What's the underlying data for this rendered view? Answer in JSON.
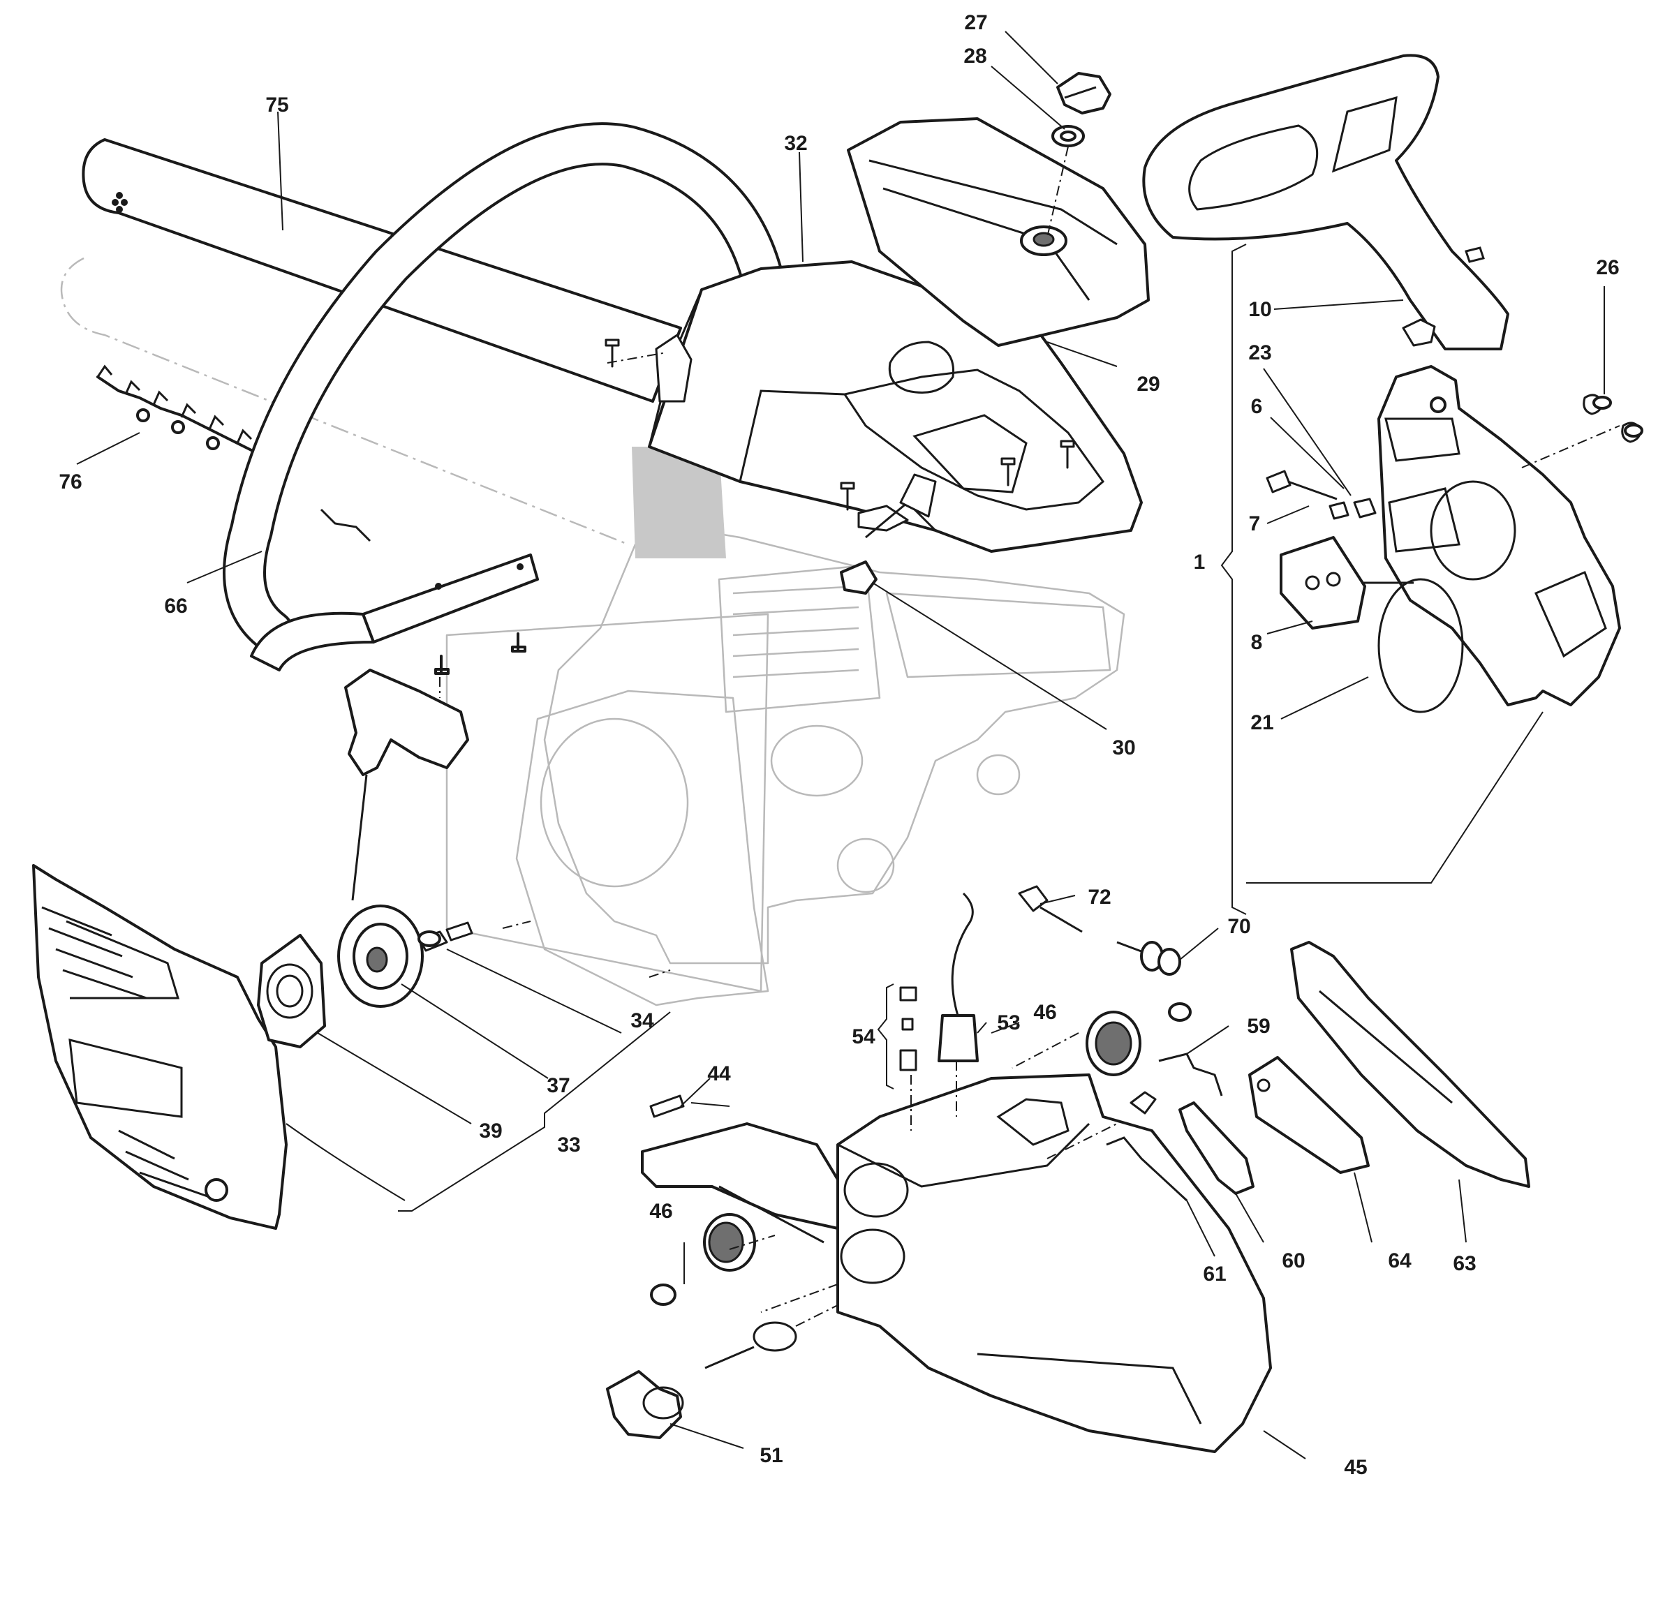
{
  "diagram": {
    "labels": {
      "l1": "1",
      "l6": "6",
      "l7": "7",
      "l8": "8",
      "l10": "10",
      "l21": "21",
      "l23": "23",
      "l26": "26",
      "l27": "27",
      "l28": "28",
      "l29": "29",
      "l30": "30",
      "l32": "32",
      "l33": "33",
      "l34": "34",
      "l37": "37",
      "l39": "39",
      "l44": "44",
      "l45": "45",
      "l46a": "46",
      "l46b": "46",
      "l51": "51",
      "l53": "53",
      "l54": "54",
      "l59": "59",
      "l60": "60",
      "l61": "61",
      "l63": "63",
      "l64": "64",
      "l66": "66",
      "l70": "70",
      "l72": "72",
      "l75": "75",
      "l76": "76"
    }
  }
}
